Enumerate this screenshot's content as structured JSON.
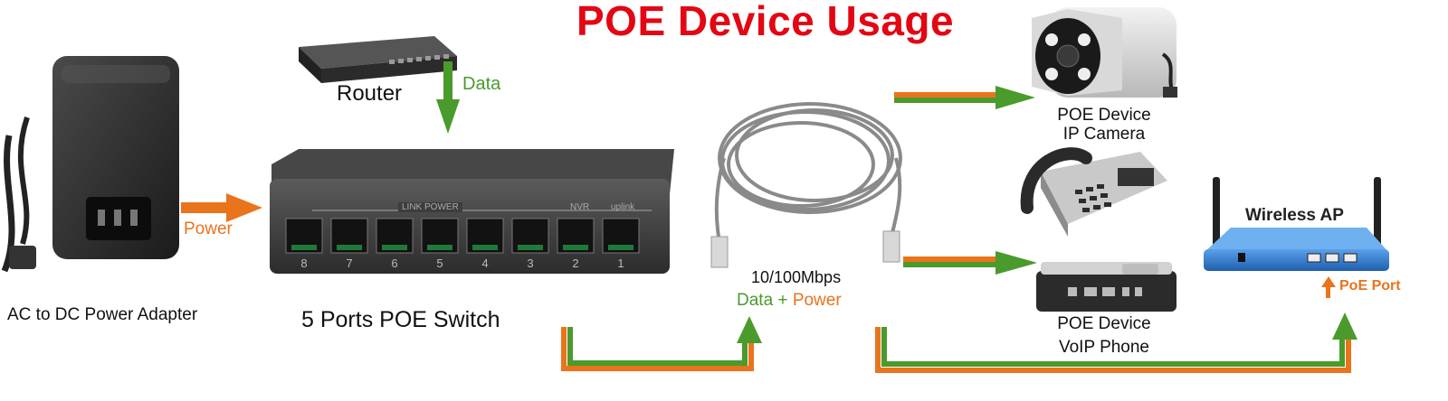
{
  "title": "POE Device Usage",
  "colors": {
    "title": "#e30613",
    "data_green": "#4a9a2c",
    "power_orange": "#e9741c",
    "ap_blue": "#2f7fd6"
  },
  "labels": {
    "adapter": "AC to DC Power Adapter",
    "router": "Router",
    "data_arrow": "Data",
    "power_arrow": "Power",
    "switch": "5 Ports POE Switch",
    "switch_panel": "LINK POWER",
    "nvr": "NVR",
    "uplink": "uplink",
    "port_numbers": [
      "8",
      "7",
      "6",
      "5",
      "4",
      "3",
      "2",
      "1"
    ],
    "cable_speed": "10/100Mbps",
    "cable_data": "Data",
    "cable_plus": "+",
    "cable_power": "Power",
    "camera_line1": "POE Device",
    "camera_line2": "IP Camera",
    "phone_line1": "POE Device",
    "phone_line2": "VoIP Phone",
    "ap": "Wireless AP",
    "poe_port": "PoE Port"
  }
}
